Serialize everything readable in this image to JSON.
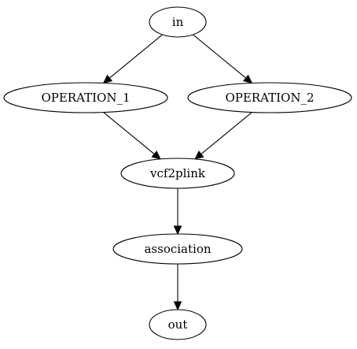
{
  "nodes": [
    {
      "id": "in",
      "label": "in"
    },
    {
      "id": "op1",
      "label": "OPERATION_1"
    },
    {
      "id": "op2",
      "label": "OPERATION_2"
    },
    {
      "id": "vcf2plink",
      "label": "vcf2plink"
    },
    {
      "id": "association",
      "label": "association"
    },
    {
      "id": "out",
      "label": "out"
    }
  ],
  "edges": [
    {
      "from": "in",
      "to": "op1"
    },
    {
      "from": "in",
      "to": "op2"
    },
    {
      "from": "op1",
      "to": "vcf2plink"
    },
    {
      "from": "op2",
      "to": "vcf2plink"
    },
    {
      "from": "vcf2plink",
      "to": "association"
    },
    {
      "from": "association",
      "to": "out"
    }
  ]
}
